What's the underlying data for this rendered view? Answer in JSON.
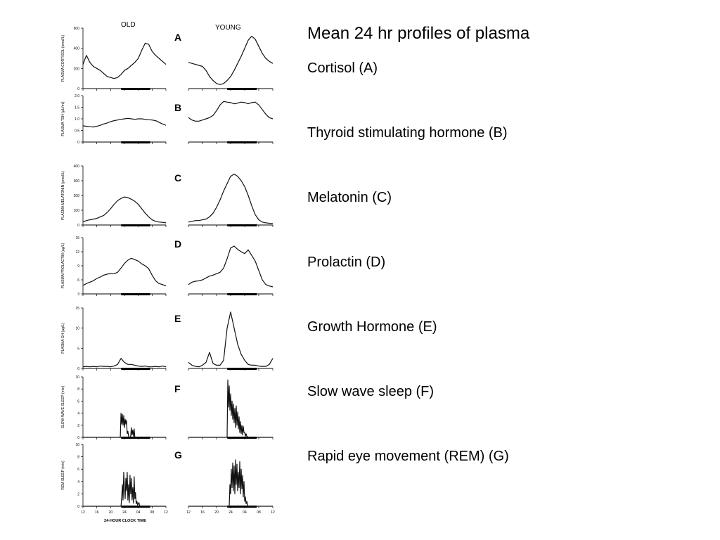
{
  "slide": {
    "title": "Mean 24 hr profiles of plasma",
    "captions": [
      "Cortisol (A)",
      "Thyroid stimulating hormone (B)",
      "Melatonin (C)",
      "Prolactin (D)",
      "Growth Hormone (E)",
      "Slow wave sleep (F)",
      "Rapid eye movement (REM) (G)"
    ]
  },
  "figure": {
    "column_labels": [
      "OLD",
      "YOUNG"
    ],
    "x_axis_label": "24-HOUR CLOCK TIME",
    "x_ticks": [
      "12",
      "16",
      "20",
      "24",
      "04",
      "08",
      "12"
    ]
  },
  "chart_data": [
    {
      "type": "line",
      "panel": "A",
      "ylabel": "PLASMA CORTISOL (nmol/L)",
      "ylim": [
        0,
        600
      ],
      "yticks": [
        "0",
        "200",
        "400",
        "600"
      ],
      "xlim": [
        0,
        24
      ],
      "series": [
        {
          "name": "OLD",
          "x": [
            0,
            1,
            2,
            3,
            4,
            5,
            6,
            7,
            8,
            9,
            10,
            11,
            12,
            13,
            14,
            15,
            16,
            17,
            18,
            19,
            20,
            21,
            22,
            23,
            24
          ],
          "values": [
            240,
            330,
            260,
            220,
            200,
            180,
            150,
            120,
            110,
            100,
            110,
            140,
            180,
            200,
            230,
            260,
            300,
            380,
            450,
            440,
            370,
            330,
            300,
            270,
            240
          ]
        },
        {
          "name": "YOUNG",
          "x": [
            0,
            1,
            2,
            3,
            4,
            5,
            6,
            7,
            8,
            9,
            10,
            11,
            12,
            13,
            14,
            15,
            16,
            17,
            18,
            19,
            20,
            21,
            22,
            23,
            24
          ],
          "values": [
            260,
            250,
            240,
            230,
            220,
            180,
            120,
            80,
            50,
            40,
            50,
            80,
            120,
            180,
            250,
            320,
            400,
            480,
            520,
            490,
            420,
            350,
            300,
            270,
            250
          ]
        }
      ]
    },
    {
      "type": "line",
      "panel": "B",
      "ylabel": "PLASMA TSH (µU/ml)",
      "ylim": [
        0,
        2
      ],
      "yticks": [
        "0",
        "0.5",
        "1.0",
        "1.5",
        "2.0"
      ],
      "xlim": [
        0,
        24
      ],
      "series": [
        {
          "name": "OLD",
          "x": [
            0,
            1,
            2,
            3,
            4,
            5,
            6,
            7,
            8,
            9,
            10,
            11,
            12,
            13,
            14,
            15,
            16,
            17,
            18,
            19,
            20,
            21,
            22,
            23,
            24
          ],
          "values": [
            0.7,
            0.68,
            0.66,
            0.65,
            0.68,
            0.72,
            0.78,
            0.82,
            0.88,
            0.92,
            0.95,
            0.98,
            1.0,
            1.02,
            1.0,
            0.98,
            1.0,
            1.0,
            0.98,
            0.96,
            0.95,
            0.92,
            0.85,
            0.78,
            0.72
          ]
        },
        {
          "name": "YOUNG",
          "x": [
            0,
            1,
            2,
            3,
            4,
            5,
            6,
            7,
            8,
            9,
            10,
            11,
            12,
            13,
            14,
            15,
            16,
            17,
            18,
            19,
            20,
            21,
            22,
            23,
            24
          ],
          "values": [
            1.05,
            0.95,
            0.9,
            0.9,
            0.95,
            1.0,
            1.05,
            1.15,
            1.35,
            1.6,
            1.75,
            1.72,
            1.7,
            1.65,
            1.68,
            1.72,
            1.7,
            1.65,
            1.7,
            1.72,
            1.6,
            1.4,
            1.2,
            1.05,
            1.0
          ]
        }
      ]
    },
    {
      "type": "line",
      "panel": "C",
      "ylabel": "PLASMA MELATONIN (pmol/L)",
      "ylim": [
        0,
        400
      ],
      "yticks": [
        "0",
        "100",
        "200",
        "300",
        "400"
      ],
      "xlim": [
        0,
        24
      ],
      "series": [
        {
          "name": "OLD",
          "x": [
            0,
            1,
            2,
            3,
            4,
            5,
            6,
            7,
            8,
            9,
            10,
            11,
            12,
            13,
            14,
            15,
            16,
            17,
            18,
            19,
            20,
            21,
            22,
            23,
            24
          ],
          "values": [
            20,
            30,
            35,
            40,
            45,
            55,
            65,
            85,
            110,
            140,
            165,
            180,
            190,
            185,
            175,
            160,
            140,
            110,
            80,
            55,
            35,
            25,
            20,
            18,
            15
          ]
        },
        {
          "name": "YOUNG",
          "x": [
            0,
            1,
            2,
            3,
            4,
            5,
            6,
            7,
            8,
            9,
            10,
            11,
            12,
            13,
            14,
            15,
            16,
            17,
            18,
            19,
            20,
            21,
            22,
            23,
            24
          ],
          "values": [
            20,
            25,
            30,
            30,
            35,
            40,
            55,
            80,
            120,
            170,
            230,
            280,
            330,
            345,
            330,
            300,
            260,
            200,
            130,
            70,
            35,
            20,
            15,
            12,
            10
          ]
        }
      ]
    },
    {
      "type": "line",
      "panel": "D",
      "ylabel": "PLASMA PROLACTIN (µg/L)",
      "ylim": [
        3,
        15
      ],
      "yticks": [
        "3",
        "6",
        "9",
        "12",
        "15"
      ],
      "xlim": [
        0,
        24
      ],
      "series": [
        {
          "name": "OLD",
          "x": [
            0,
            1,
            2,
            3,
            4,
            5,
            6,
            7,
            8,
            9,
            10,
            11,
            12,
            13,
            14,
            15,
            16,
            17,
            18,
            19,
            20,
            21,
            22,
            23,
            24
          ],
          "values": [
            4.8,
            5.2,
            5.5,
            5.8,
            6.3,
            6.6,
            7.0,
            7.2,
            7.4,
            7.3,
            7.6,
            8.5,
            9.5,
            10.2,
            10.6,
            10.3,
            10.0,
            9.4,
            9.0,
            8.4,
            7.0,
            5.8,
            5.2,
            5.0,
            4.7
          ]
        },
        {
          "name": "YOUNG",
          "x": [
            0,
            1,
            2,
            3,
            4,
            5,
            6,
            7,
            8,
            9,
            10,
            11,
            12,
            13,
            14,
            15,
            16,
            17,
            18,
            19,
            20,
            21,
            22,
            23,
            24
          ],
          "values": [
            5.0,
            5.5,
            5.7,
            5.8,
            6.0,
            6.4,
            6.8,
            7.0,
            7.3,
            7.6,
            8.5,
            10.5,
            12.8,
            13.2,
            12.5,
            12.0,
            11.6,
            12.4,
            11.2,
            10.0,
            8.0,
            6.0,
            5.0,
            4.7,
            4.5
          ]
        }
      ]
    },
    {
      "type": "line",
      "panel": "E",
      "ylabel": "PLASMA GH (µg/L)",
      "ylim": [
        0,
        15
      ],
      "yticks": [
        "0",
        "5",
        "10",
        "15"
      ],
      "xlim": [
        0,
        24
      ],
      "series": [
        {
          "name": "OLD",
          "x": [
            0,
            1,
            2,
            3,
            4,
            5,
            6,
            7,
            8,
            9,
            10,
            11,
            12,
            13,
            14,
            15,
            16,
            17,
            18,
            19,
            20,
            21,
            22,
            23,
            24
          ],
          "values": [
            0.4,
            0.5,
            0.4,
            0.5,
            0.4,
            0.6,
            0.5,
            0.5,
            0.4,
            0.6,
            1.0,
            2.5,
            1.5,
            1.0,
            1.0,
            0.8,
            0.6,
            0.5,
            0.6,
            0.4,
            0.4,
            0.5,
            0.4,
            0.6,
            0.4
          ]
        },
        {
          "name": "YOUNG",
          "x": [
            0,
            1,
            2,
            3,
            4,
            5,
            6,
            7,
            8,
            9,
            10,
            11,
            12,
            13,
            14,
            15,
            16,
            17,
            18,
            19,
            20,
            21,
            22,
            23,
            24
          ],
          "values": [
            1.5,
            0.8,
            0.5,
            0.4,
            0.8,
            1.5,
            4.0,
            1.2,
            0.8,
            0.8,
            2.0,
            10.0,
            14.0,
            10.0,
            6.0,
            3.5,
            2.0,
            1.0,
            0.8,
            0.8,
            0.6,
            0.5,
            0.5,
            1.0,
            2.5
          ]
        }
      ]
    },
    {
      "type": "line",
      "panel": "F",
      "ylabel": "SLOW-WAVE SLEEP (min)",
      "ylim": [
        0,
        10
      ],
      "yticks": [
        "0",
        "2",
        "4",
        "6",
        "8",
        "10"
      ],
      "xlim": [
        0,
        24
      ],
      "series": [
        {
          "name": "OLD",
          "x": [
            0,
            10.8,
            11.0,
            11.2,
            11.4,
            11.6,
            11.8,
            12.0,
            12.2,
            12.4,
            12.6,
            12.8,
            13.0,
            13.2,
            13.4,
            13.6,
            13.8,
            14.0,
            14.2,
            14.4,
            14.6,
            14.8,
            15.0,
            15.2,
            15.4,
            15.6,
            15.8,
            16.0,
            16.2,
            16.4,
            24
          ],
          "values": [
            0,
            0,
            4.0,
            2.2,
            3.8,
            2.0,
            3.6,
            1.6,
            3.0,
            2.2,
            2.8,
            0.6,
            1.0,
            0.2,
            0,
            0,
            0.2,
            1.6,
            0.4,
            1.2,
            0.2,
            1.4,
            0,
            0,
            0,
            0,
            0,
            0,
            0,
            0,
            0
          ]
        },
        {
          "name": "YOUNG",
          "x": [
            0,
            11.0,
            11.2,
            11.4,
            11.6,
            11.8,
            12.0,
            12.2,
            12.4,
            12.6,
            12.8,
            13.0,
            13.2,
            13.4,
            13.6,
            13.8,
            14.0,
            14.2,
            14.4,
            14.6,
            14.8,
            15.0,
            15.2,
            15.4,
            15.6,
            15.8,
            16.0,
            16.2,
            16.4,
            16.6,
            16.8,
            17.0,
            17.2,
            17.4,
            24
          ],
          "values": [
            0,
            0,
            9.5,
            5.0,
            8.5,
            4.5,
            7.2,
            3.6,
            6.0,
            3.0,
            5.5,
            2.4,
            4.8,
            1.6,
            5.2,
            2.0,
            4.2,
            1.4,
            3.4,
            0.8,
            2.6,
            0.6,
            2.0,
            0.4,
            1.8,
            0.8,
            0.8,
            0.2,
            0.6,
            0.2,
            0.1,
            0,
            0,
            0,
            0
          ]
        }
      ]
    },
    {
      "type": "line",
      "panel": "G",
      "ylabel": "REM SLEEP (min)",
      "ylim": [
        0,
        10
      ],
      "yticks": [
        "0",
        "2",
        "4",
        "6",
        "8",
        "10"
      ],
      "xlim": [
        0,
        24
      ],
      "series": [
        {
          "name": "OLD",
          "x": [
            0,
            11.0,
            11.2,
            11.4,
            11.6,
            11.8,
            12.0,
            12.2,
            12.4,
            12.6,
            12.8,
            13.0,
            13.2,
            13.4,
            13.6,
            13.8,
            14.0,
            14.2,
            14.4,
            14.6,
            14.8,
            15.0,
            15.2,
            15.4,
            15.6,
            15.8,
            16.0,
            16.2,
            16.4,
            16.6,
            16.8,
            17.0,
            24
          ],
          "values": [
            0,
            0,
            1.5,
            3.5,
            1.0,
            5.5,
            3.0,
            1.2,
            4.5,
            2.5,
            5.5,
            1.0,
            3.5,
            0.6,
            5.0,
            2.0,
            4.5,
            1.0,
            3.0,
            0.5,
            4.8,
            1.2,
            2.2,
            0.4,
            0.8,
            0.2,
            0.4,
            0.6,
            0.1,
            0,
            0,
            0,
            0
          ]
        },
        {
          "name": "YOUNG",
          "x": [
            0,
            11.6,
            11.8,
            12.0,
            12.2,
            12.4,
            12.6,
            12.8,
            13.0,
            13.2,
            13.4,
            13.6,
            13.8,
            14.0,
            14.2,
            14.4,
            14.6,
            14.8,
            15.0,
            15.2,
            15.4,
            15.6,
            15.8,
            16.0,
            16.2,
            16.4,
            16.6,
            16.8,
            17.0,
            24
          ],
          "values": [
            0,
            0,
            3.5,
            2.0,
            6.0,
            3.0,
            7.0,
            2.5,
            6.5,
            2.0,
            7.5,
            3.5,
            6.8,
            2.5,
            5.5,
            3.0,
            7.2,
            2.0,
            6.0,
            2.8,
            5.0,
            1.5,
            4.0,
            0.8,
            1.5,
            0.4,
            0.8,
            0.2,
            0,
            0
          ]
        }
      ]
    }
  ]
}
